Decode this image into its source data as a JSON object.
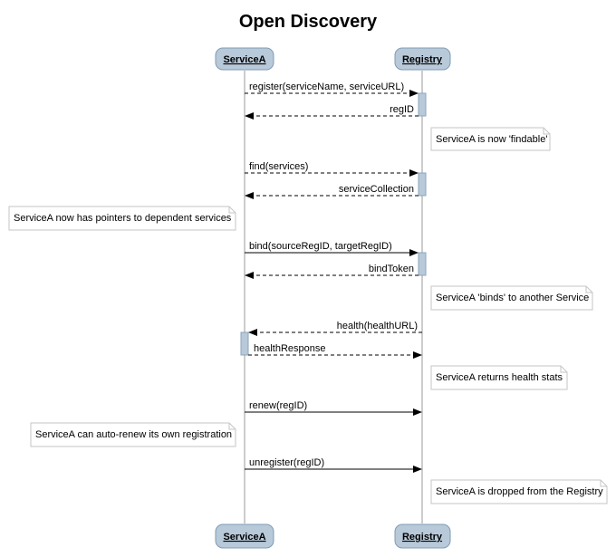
{
  "title": "Open Discovery",
  "colors": {
    "actor_fill": "#b8c9d9",
    "actor_stroke": "#7f9bb5",
    "activation_fill": "#b8c9d9",
    "note_stroke": "#c6c6c6"
  },
  "participants": [
    {
      "id": "serviceA",
      "label": "ServiceA"
    },
    {
      "id": "registry",
      "label": "Registry"
    }
  ],
  "messages": [
    {
      "id": "m1",
      "label": "register(serviceName, serviceURL)",
      "from": "serviceA",
      "to": "registry",
      "style": "dashed"
    },
    {
      "id": "m2",
      "label": "regID",
      "from": "registry",
      "to": "serviceA",
      "style": "dashed"
    },
    {
      "id": "m3",
      "label": "find(services)",
      "from": "serviceA",
      "to": "registry",
      "style": "dashed"
    },
    {
      "id": "m4",
      "label": "serviceCollection",
      "from": "registry",
      "to": "serviceA",
      "style": "dashed"
    },
    {
      "id": "m5",
      "label": "bind(sourceRegID, targetRegID)",
      "from": "serviceA",
      "to": "registry",
      "style": "solid"
    },
    {
      "id": "m6",
      "label": "bindToken",
      "from": "registry",
      "to": "serviceA",
      "style": "dashed"
    },
    {
      "id": "m7",
      "label": "health(healthURL)",
      "from": "registry",
      "to": "serviceA",
      "style": "dashed"
    },
    {
      "id": "m8",
      "label": "healthResponse",
      "from": "serviceA",
      "to": "registry",
      "style": "dashed"
    },
    {
      "id": "m9",
      "label": "renew(regID)",
      "from": "serviceA",
      "to": "registry",
      "style": "solid"
    },
    {
      "id": "m10",
      "label": "unregister(regID)",
      "from": "serviceA",
      "to": "registry",
      "style": "solid"
    }
  ],
  "notes": [
    {
      "id": "n1",
      "text": "ServiceA is now 'findable'"
    },
    {
      "id": "n2",
      "text": "ServiceA now has pointers to dependent services"
    },
    {
      "id": "n3",
      "text": "ServiceA 'binds' to another Service"
    },
    {
      "id": "n4",
      "text": "ServiceA returns health stats"
    },
    {
      "id": "n5",
      "text": "ServiceA can auto-renew its own registration"
    },
    {
      "id": "n6",
      "text": "ServiceA is dropped from the Registry"
    }
  ]
}
